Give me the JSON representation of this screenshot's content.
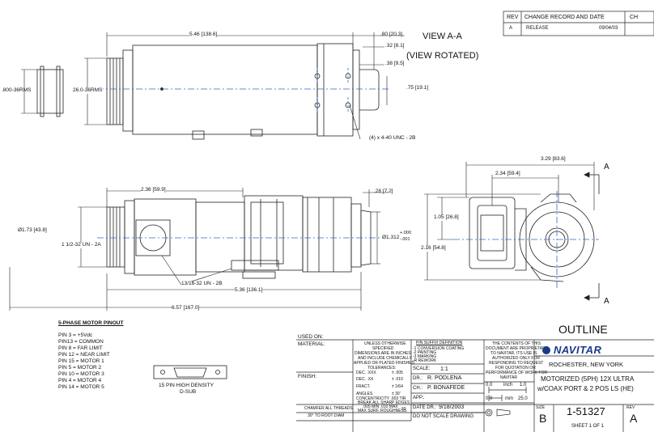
{
  "revision_block": {
    "headers": [
      "REV",
      "CHANGE RECORD AND DATE",
      "CH"
    ],
    "row": {
      "rev": "A",
      "change": "RELEASE",
      "date": "09/04/03"
    }
  },
  "views": {
    "view_aa": "VIEW  A-A",
    "view_rotated": "(VIEW ROTATED)",
    "section_a_top": "A",
    "section_a_bottom": "A"
  },
  "dimensions": {
    "d546": "5.46 [138.6]",
    "d80": ".80 [20.3]",
    "d32": ".32 [8.1]",
    "d38": ".38 [9.5]",
    "d75": ".75 [19.1]",
    "d800": ".800-36RMS",
    "d260": "26.0-36RMS",
    "d440": "(4) x 4-40 UNC - 2B",
    "d329": "3.29 [83.6]",
    "d234": "2.34 [59.4]",
    "d236": "2.36 [59.9]",
    "d28": ".28 [7.2]",
    "d173": "Ø1.73 [43.8]",
    "d112": "1 1/2-32 UN - 2A",
    "d1312": "Ø1.312",
    "d1312_tol_up": "+.000",
    "d1312_tol_dn": "-.001",
    "d105": "1.05 [26.8]",
    "d216": "2.16 [54.8]",
    "d1316": "13/16-32 UN - 2B",
    "d536": "5.36 [136.1]",
    "d657": "6.57 [167.0]"
  },
  "pinout": {
    "title": "5-PHASE MOTOR PINOUT",
    "pins": [
      "PIN 3 =  +5Vdc",
      "PIN13 =  COMMON",
      "PIN 8 =  FAR LIMIT",
      "PIN 12 = NEAR LIMIT",
      "PIN 15 = MOTOR 1",
      "PIN 5 =  MOTOR 2",
      "PIN 10 = MOTOR 3",
      "PIN 4 =  MOTOR 4",
      "PIN 14 = MOTOR 5"
    ],
    "connector_line1": "15 PIN HIGH DENSITY",
    "connector_line2": "D-SUB"
  },
  "title_block": {
    "used_on": "USED ON:",
    "material": "MATERIAL:",
    "finish": "FINISH:",
    "unless_lines": [
      "UNLESS OTHERWISE",
      "SPECIFIED",
      "DIMENSIONS ARE IN INCHES",
      "AND INCLUDE CHEMICALLY",
      "APPLIED OR PLATED FINISHES"
    ],
    "tolerances": "TOLERANCES:",
    "tol_rows": [
      {
        "label": "DEC. .XXX",
        "value": "± .005"
      },
      {
        "label": "DEC. .XX",
        "value": "± .010"
      },
      {
        "label": "FRACT.",
        "value": "± 1/64"
      },
      {
        "label": "ANGLES",
        "value": "± 30'"
      }
    ],
    "concentricity": "CONCENTRICITY .003 TIR",
    "break_edges": "BREAK ALL SHARP EDGES",
    "break_max": ".005 MIN .010 MAX",
    "max_surf": "MAX SURF. ROUGHNESS",
    "max_surf_val": "32",
    "chamfer": "CHAMFER ALL THREADS",
    "chamfer2": "30° TO ROOT DIAM",
    "suffix_title": "P/N SUFFIX DEFINITION",
    "suffix_lines": [
      "-1 CONVERSION COATING",
      "-2 PAINTING",
      "-3 MARKING",
      "-R REWORK"
    ],
    "scale_label": "SCALE:",
    "scale_value": "1:1",
    "dr_label": "DR.:",
    "dr_value": "R. PODLENA",
    "ch_label": "CH.:",
    "ch_value": "P. BONAFEDE",
    "app_label": "APP.:",
    "date_label": "DATE DR.:",
    "date_value": "9/18/2003",
    "do_not_scale": "DO NOT SCALE DRAWING",
    "proprietary_lines": [
      "THE CONTENTS OF THIS",
      "DOCUMENT ARE PROPRIETARY",
      "TO NAVITAR. ITS USE IS",
      "AUTHORIZED ONLY FOR",
      "RESPONDING TO REQUEST",
      "FOR QUOTATION OR",
      "PERFORMANCE OF WORK FOR",
      "NAVITAR"
    ],
    "ruler_inch": [
      "0.0",
      "inch",
      "1.0"
    ],
    "ruler_mm": [
      "0.0",
      "mm",
      "25.0"
    ],
    "outline": "OUTLINE",
    "logo": "NAVITAR",
    "location": "ROCHESTER, NEW YORK",
    "desc1": "MOTORIZED (5PH) 12X ULTRA",
    "desc2": "w/COAX PORT & 2 POS LS (HE)",
    "size_label": "SIZE",
    "size_value": "B",
    "dwg_number": "1-51327",
    "rev_label": "REV",
    "rev_value": "A",
    "sheet": "SHEET 1 OF 1"
  }
}
